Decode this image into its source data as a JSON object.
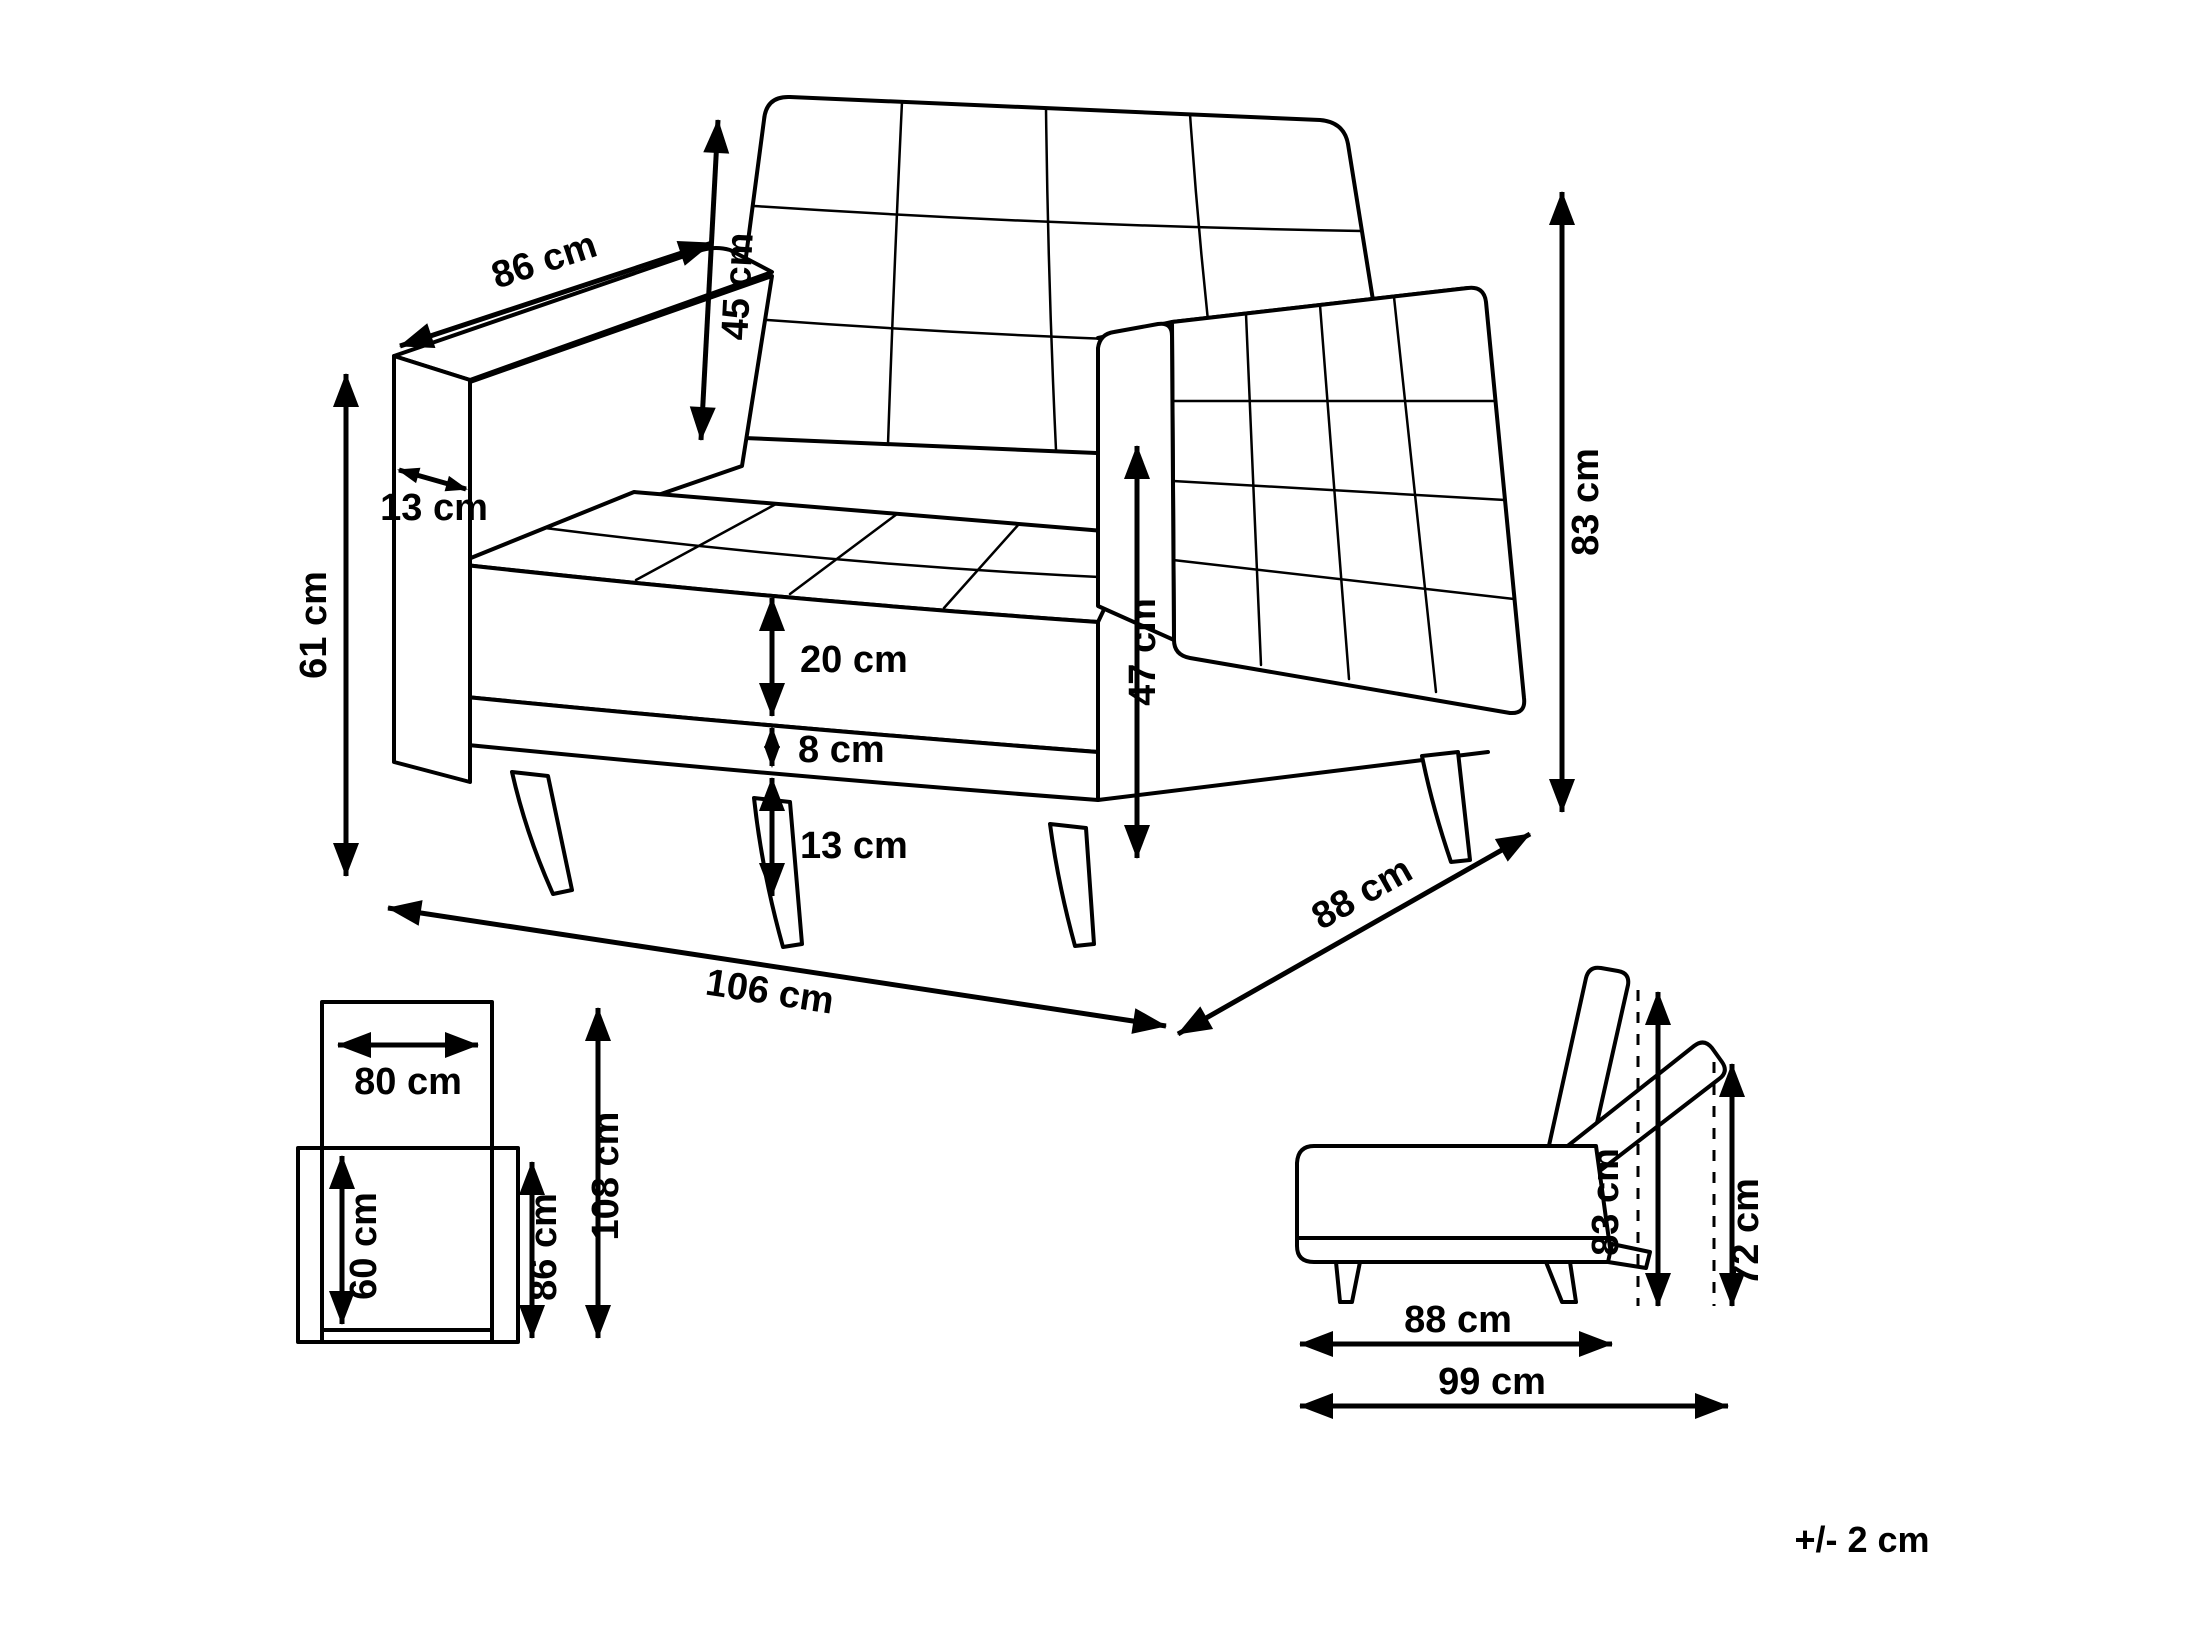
{
  "footer": {
    "tolerance": "+/- 2 cm"
  },
  "main_view": {
    "dims": {
      "arm_length": "86 cm",
      "backrest_height": "45 cm",
      "arm_width": "13 cm",
      "arm_height": "61 cm",
      "seat_cushion_thickness": "20 cm",
      "frame_height": "8 cm",
      "leg_height": "13 cm",
      "seat_height": "47 cm",
      "total_height": "83 cm",
      "total_width": "106 cm",
      "total_depth": "88 cm"
    }
  },
  "front_view": {
    "dims": {
      "back_width": "80 cm",
      "inner_depth": "60 cm",
      "lower_height": "86 cm",
      "total_height": "108 cm"
    }
  },
  "side_view": {
    "dims": {
      "upright_height": "83 cm",
      "reclined_height": "72 cm",
      "seat_depth": "88 cm",
      "total_depth": "99 cm"
    }
  }
}
